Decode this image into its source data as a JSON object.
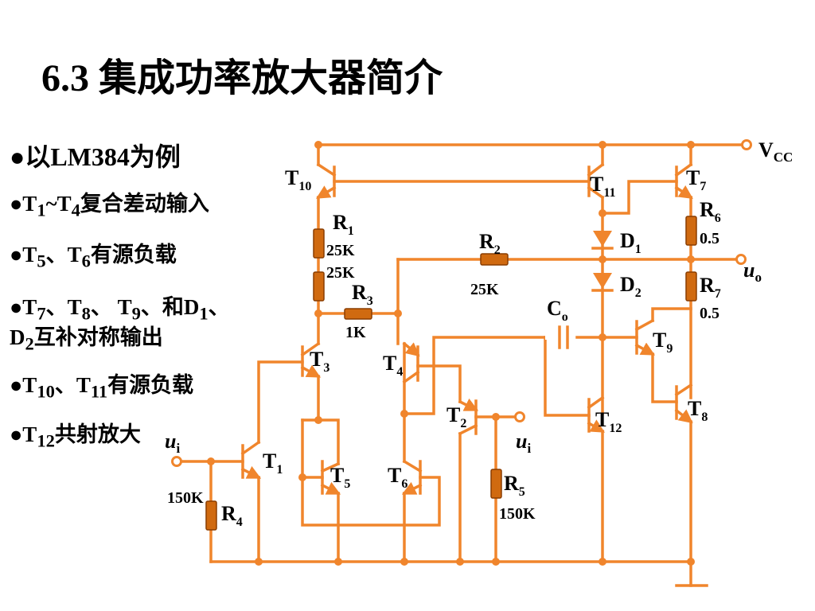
{
  "title": "6.3 集成功率放大器简介",
  "bullets": [
    {
      "parts": [
        "●以LM384为例"
      ]
    },
    {
      "parts": [
        "●T",
        "1",
        "~T",
        "4",
        "复合差动输入"
      ]
    },
    {
      "parts": [
        "●T",
        "5",
        "、T",
        "6",
        "有源负载"
      ]
    },
    {
      "parts": [
        "●T",
        "7",
        "、T",
        "8",
        "、 T",
        "9",
        "、和D",
        "1",
        "、"
      ]
    },
    {
      "parts": [
        "D",
        "2",
        "互补对称输出"
      ]
    },
    {
      "parts": [
        "●T",
        "10",
        "、T",
        "11",
        "有源负载"
      ]
    },
    {
      "parts": [
        "●T",
        "12",
        "共射放大"
      ]
    }
  ],
  "circuit": {
    "vcc": {
      "main": "V",
      "sub": "CC"
    },
    "uo": {
      "main": "u",
      "sub": "o"
    },
    "ui_left": {
      "main": "u",
      "sub": "i"
    },
    "ui_right": {
      "main": "u",
      "sub": "i"
    },
    "transistors": {
      "T1": {
        "main": "T",
        "sub": "1"
      },
      "T2": {
        "main": "T",
        "sub": "2"
      },
      "T3": {
        "main": "T",
        "sub": "3"
      },
      "T4": {
        "main": "T",
        "sub": "4"
      },
      "T5": {
        "main": "T",
        "sub": "5"
      },
      "T6": {
        "main": "T",
        "sub": "6"
      },
      "T7": {
        "main": "T",
        "sub": "7"
      },
      "T8": {
        "main": "T",
        "sub": "8"
      },
      "T9": {
        "main": "T",
        "sub": "9"
      },
      "T10": {
        "main": "T",
        "sub": "10"
      },
      "T11": {
        "main": "T",
        "sub": "11"
      },
      "T12": {
        "main": "T",
        "sub": "12"
      }
    },
    "resistors": {
      "R1": {
        "main": "R",
        "sub": "1",
        "value": "25K"
      },
      "R1b": {
        "value": "25K"
      },
      "R2": {
        "main": "R",
        "sub": "2",
        "value": "25K"
      },
      "R3": {
        "main": "R",
        "sub": "3",
        "value": "1K"
      },
      "R4": {
        "main": "R",
        "sub": "4",
        "value": "150K"
      },
      "R5": {
        "main": "R",
        "sub": "5",
        "value": "150K"
      },
      "R6": {
        "main": "R",
        "sub": "6",
        "value": "0.5"
      },
      "R7": {
        "main": "R",
        "sub": "7",
        "value": "0.5"
      }
    },
    "diodes": {
      "D1": {
        "main": "D",
        "sub": "1"
      },
      "D2": {
        "main": "D",
        "sub": "2"
      }
    },
    "capacitor": {
      "main": "C",
      "sub": "o"
    },
    "colors": {
      "wire": "#f0852c",
      "resistor": "#d06a10"
    }
  }
}
